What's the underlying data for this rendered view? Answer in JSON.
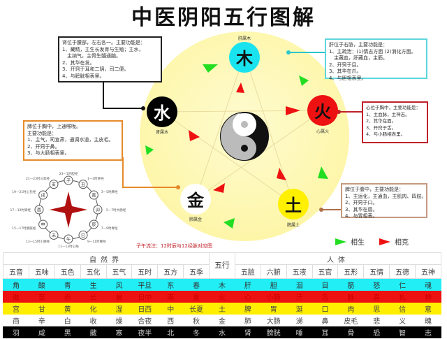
{
  "title": "中医阴阳五行图解",
  "elements": [
    {
      "char": "木",
      "label": "肝属木",
      "color": "#19e3ee"
    },
    {
      "char": "火",
      "label": "心属火",
      "color": "#ee1111"
    },
    {
      "char": "土",
      "label": "脾属土",
      "color": "#ffef00"
    },
    {
      "char": "金",
      "label": "肺属金",
      "color": "#ffffff"
    },
    {
      "char": "水",
      "label": "肾属水",
      "color": "#000000"
    }
  ],
  "boxes": {
    "kidney": [
      "肾位于腰部，左右各一。主要功能是：",
      "1、藏精，主生长发育与生殖；主水，",
      "　主纳气，主骨生髓通脑。",
      "2、其华在发。",
      "3、开窍于耳和二阴，司二便。",
      "4、与膀胱相表里。"
    ],
    "liver": [
      "肝位于右胁，主要功能是：",
      "1、主疏泄：(1)情志方面 (2)消化方面。",
      "　主藏血，肝藏血，主筋。",
      "2、开窍于目。",
      "3、其华在爪。",
      "4、与胆相表里。"
    ],
    "heart": [
      "心位于胸中，主要功能是：",
      "1、主血脉，主神志。",
      "2、其华在面。",
      "3、开窍于舌。",
      "4、与小肠相表里。"
    ],
    "spleen": [
      "脾位于腹中，主要功能是：",
      "1、主运化，主通血，主肌肉、四肢。",
      "2、开窍于口。",
      "3、其华在唇。",
      "4、与胃相表。"
    ],
    "lung": [
      "肺位于胸中，上通喉咙。",
      "主要功能是：",
      "1、主气，司宣肃，通调水道，主皮毛。",
      "2、开窍于鼻。",
      "3、与大肠相表里。"
    ]
  },
  "clock": {
    "caption": "子午流注：12时辰与12经脉对应图",
    "branches": [
      {
        "char": "子",
        "label": "23—1时胆经"
      },
      {
        "char": "丑",
        "label": "1—3时肝经"
      },
      {
        "char": "寅",
        "label": "3—5时肺经"
      },
      {
        "char": "卯",
        "label": "5—7时大肠经"
      },
      {
        "char": "辰",
        "label": "7—9时胃经"
      },
      {
        "char": "巳",
        "label": "9—11时脾经"
      },
      {
        "char": "午",
        "label": "11—13时心经"
      },
      {
        "char": "未",
        "label": "13—15时小肠经"
      },
      {
        "char": "申",
        "label": "15—17时膀胱经"
      },
      {
        "char": "酉",
        "label": "17—19时肾经"
      },
      {
        "char": "戌",
        "label": "19—21时心包经"
      },
      {
        "char": "亥",
        "label": "21—23时三焦经"
      }
    ]
  },
  "legend": {
    "generate": "相生",
    "generate_color": "#22dd22",
    "restrain": "相克",
    "restrain_color": "#ee1111"
  },
  "table": {
    "group_nature": "自然界",
    "group_wuxing": "五行",
    "group_body": "人体",
    "headers_nature": [
      "五音",
      "五味",
      "五色",
      "五化",
      "五气",
      "五时",
      "五方",
      "五季"
    ],
    "headers_body": [
      "五脏",
      "六腑",
      "五液",
      "五官",
      "五形",
      "五情",
      "五德",
      "五神"
    ],
    "rows": [
      {
        "bg": "#22eef5",
        "fg": "#333",
        "nature": [
          "角",
          "酸",
          "青",
          "生",
          "风",
          "平旦",
          "东",
          "春"
        ],
        "wuxing": "木",
        "body": [
          "肝",
          "胆",
          "泪",
          "目",
          "筋",
          "怒",
          "仁",
          "魂"
        ]
      },
      {
        "bg": "#ee1111",
        "fg": "#c00",
        "nature": [
          "徵",
          "苦",
          "赤",
          "长",
          "暑",
          "日中",
          "南",
          "夏"
        ],
        "wuxing": "火",
        "body": [
          "心",
          "小肠",
          "汗",
          "舌",
          "脉",
          "喜",
          "礼",
          "神"
        ]
      },
      {
        "bg": "#ffee00",
        "fg": "#444",
        "nature": [
          "宫",
          "甘",
          "黄",
          "化",
          "湿",
          "日西",
          "中",
          "长夏"
        ],
        "wuxing": "土",
        "body": [
          "脾",
          "胃",
          "涎",
          "口",
          "肉",
          "思",
          "信",
          "意"
        ]
      },
      {
        "bg": "#ffffff",
        "fg": "#444",
        "nature": [
          "商",
          "辛",
          "白",
          "收",
          "燥",
          "合夜",
          "西",
          "秋"
        ],
        "wuxing": "金",
        "body": [
          "肺",
          "大肠",
          "涕",
          "鼻",
          "皮毛",
          "悲",
          "义",
          "魄"
        ]
      },
      {
        "bg": "#000000",
        "fg": "#ccc",
        "nature": [
          "羽",
          "咸",
          "黑",
          "藏",
          "寒",
          "夜半",
          "北",
          "冬"
        ],
        "wuxing": "水",
        "body": [
          "肾",
          "膀胱",
          "唾",
          "耳",
          "骨",
          "恐",
          "智",
          "志"
        ]
      }
    ]
  }
}
